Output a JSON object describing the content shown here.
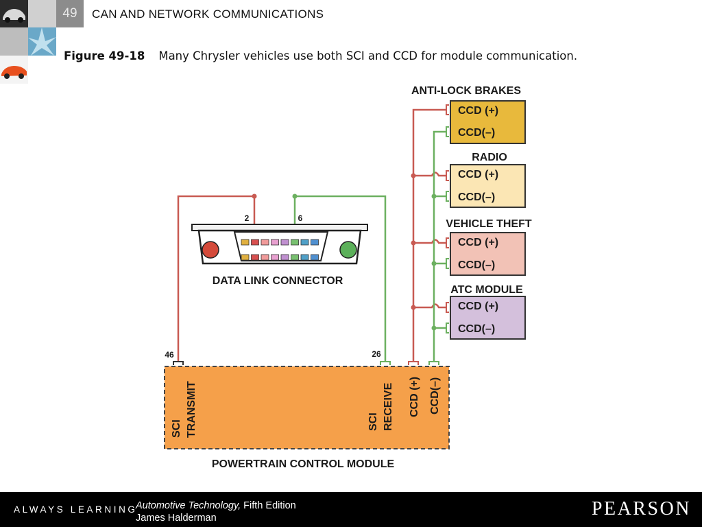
{
  "header": {
    "chapter_number": "49",
    "chapter_title": "CAN AND NETWORK COMMUNICATIONS"
  },
  "caption": {
    "figure_label": "Figure 49-18",
    "text": "Many Chrysler vehicles use both SCI and CCD for module communication."
  },
  "diagram": {
    "modules": [
      {
        "title": "ANTI-LOCK BRAKES",
        "pin_plus": "CCD (+)",
        "pin_minus": "CCD(–)",
        "color": "#e8b93c"
      },
      {
        "title": "RADIO",
        "pin_plus": "CCD (+)",
        "pin_minus": "CCD(–)",
        "color": "#fbe6b4"
      },
      {
        "title": "VEHICLE THEFT",
        "pin_plus": "CCD (+)",
        "pin_minus": "CCD(–)",
        "color": "#f2c2b6"
      },
      {
        "title": "ATC MODULE",
        "pin_plus": "CCD (+)",
        "pin_minus": "CCD(–)",
        "color": "#d4c0dc"
      }
    ],
    "connector": {
      "label": "DATA LINK CONNECTOR",
      "pin_2": "2",
      "pin_6": "6"
    },
    "pcm": {
      "label": "POWERTRAIN CONTROL MODULE",
      "color": "#f5a04a",
      "pin_46": "46",
      "pin_26": "26",
      "sci_transmit": [
        "SCI",
        "TRANSMIT"
      ],
      "sci_receive": [
        "SCI",
        "RECEIVE"
      ],
      "ccd_plus": "CCD (+)",
      "ccd_minus": "CCD(–)"
    },
    "wire_colors": {
      "red": "#c85a52",
      "green": "#6cb060"
    }
  },
  "footer": {
    "always_learning": "ALWAYS LEARNING",
    "book_title": "Automotive Technology,",
    "edition": " Fifth Edition",
    "author": "James Halderman",
    "publisher": "PEARSON"
  }
}
